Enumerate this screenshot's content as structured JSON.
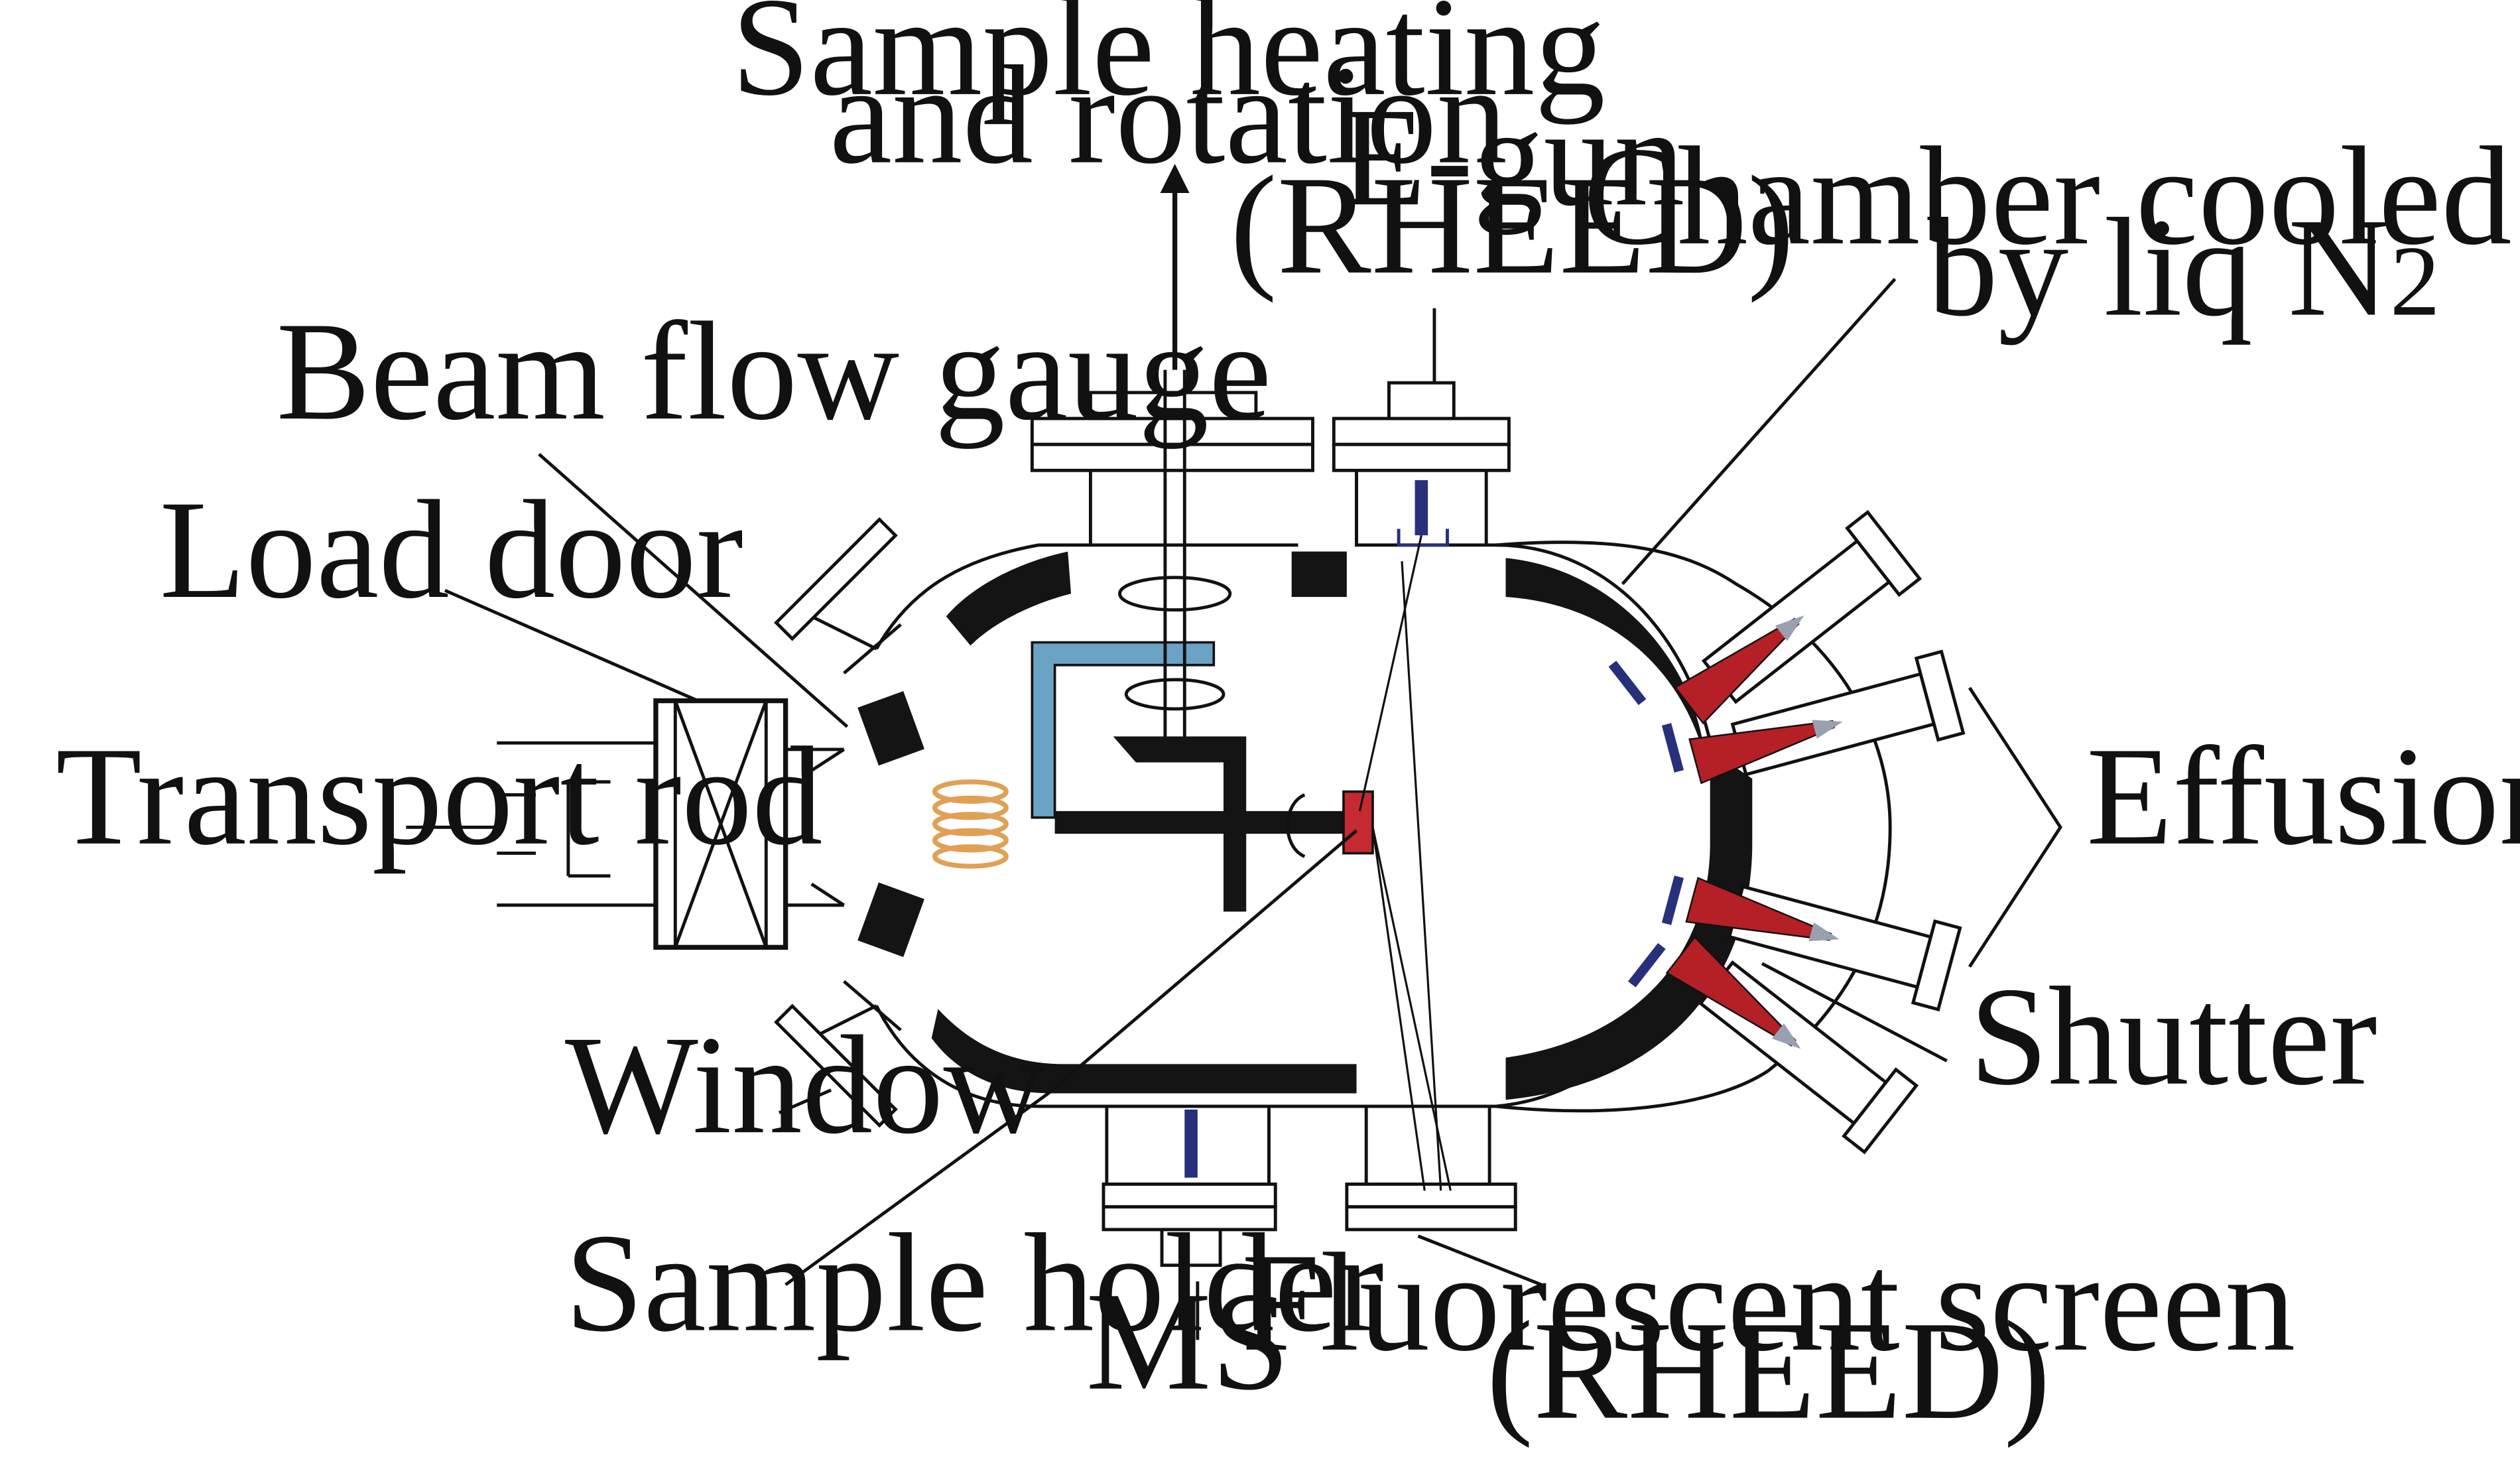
{
  "labels": {
    "sample_heating_line1": "Sample heating",
    "sample_heating_line2": "and rotation",
    "egun_line1": "E-gun",
    "egun_line2": "(RHEED)",
    "chamber_cooled_line1": "Chamber cooled",
    "chamber_cooled_line2": "by liq N",
    "chamber_cooled_subscript": "2",
    "beam_flow_gauge": "Beam flow gauge",
    "load_door": "Load door",
    "transport_rod": "Transport rod",
    "effusion_cells": "Effusion cells",
    "window": "Window",
    "shutter": "Shutter",
    "sample_holder": "Sample holder",
    "ms": "MS",
    "fluorescent_screen_line1": "Fluorescent screen",
    "fluorescent_screen_line2": "(RHEED)"
  },
  "colors": {
    "line": "#111111",
    "shield": "#141414",
    "effusion_crucible": "#b51f26",
    "manipulator": "#6aa3c4",
    "heater_coil": "#e0a055",
    "gun_filament": "#27307a",
    "sample": "#c42a2f"
  }
}
